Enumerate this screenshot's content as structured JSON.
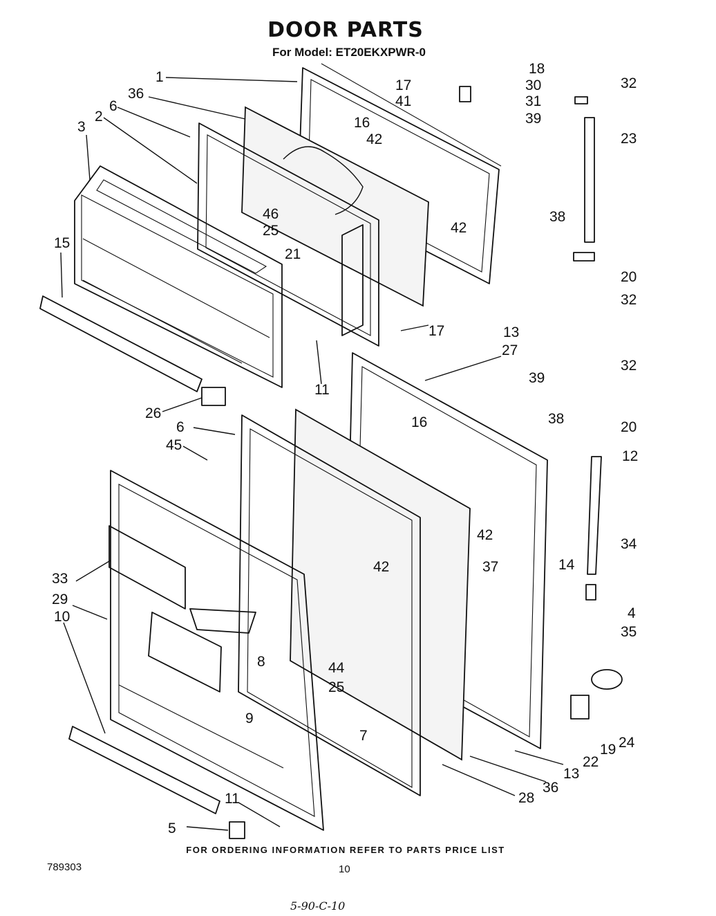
{
  "title": "DOOR PARTS",
  "subtitle": "For Model: ET20EKXPWR-0",
  "footer": "FOR ORDERING INFORMATION REFER TO PARTS PRICE LIST",
  "doc_number": "789303",
  "page_number": "10",
  "handwritten_note": "5-90-C-10",
  "callouts": [
    "1",
    "36",
    "6",
    "2",
    "3",
    "15",
    "17",
    "41",
    "16",
    "42",
    "18",
    "30",
    "31",
    "32",
    "39",
    "23",
    "46",
    "25",
    "21",
    "42",
    "38",
    "20",
    "32",
    "13",
    "17",
    "11",
    "27",
    "26",
    "6",
    "45",
    "39",
    "32",
    "16",
    "38",
    "20",
    "12",
    "33",
    "29",
    "10",
    "42",
    "37",
    "14",
    "34",
    "4",
    "35",
    "8",
    "9",
    "44",
    "25",
    "7",
    "24",
    "19",
    "22",
    "13",
    "36",
    "28",
    "11",
    "5",
    "42"
  ]
}
